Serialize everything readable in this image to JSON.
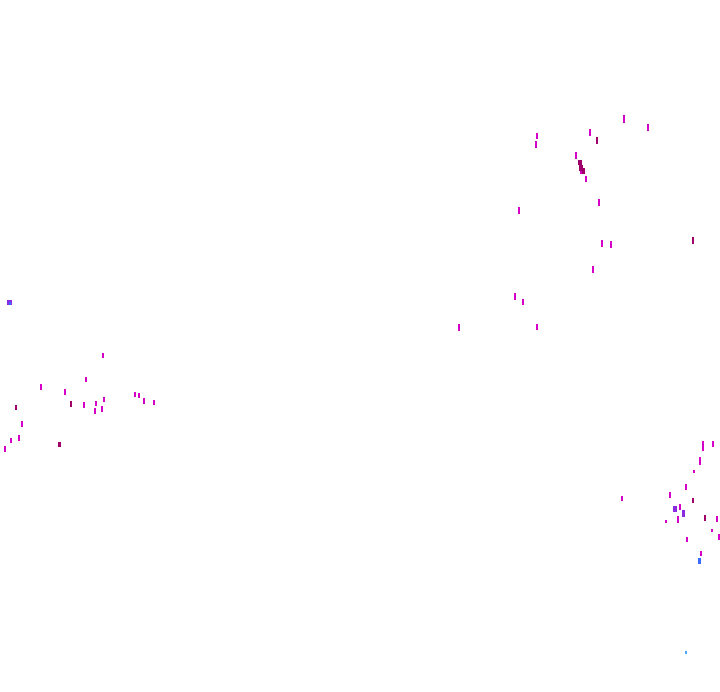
{
  "background_color": "#ffffff",
  "palette": {
    "magenta": "#d400c8",
    "dark_magenta": "#a0006a",
    "purple": "#8a2be2",
    "blue": "#3a6bff",
    "light_blue": "#4aa8ff"
  },
  "clusters": [
    {
      "name": "upper-right-cluster",
      "mark_count": 22
    },
    {
      "name": "left-cluster",
      "mark_count": 24
    },
    {
      "name": "lower-right-cluster",
      "mark_count": 21
    }
  ]
}
